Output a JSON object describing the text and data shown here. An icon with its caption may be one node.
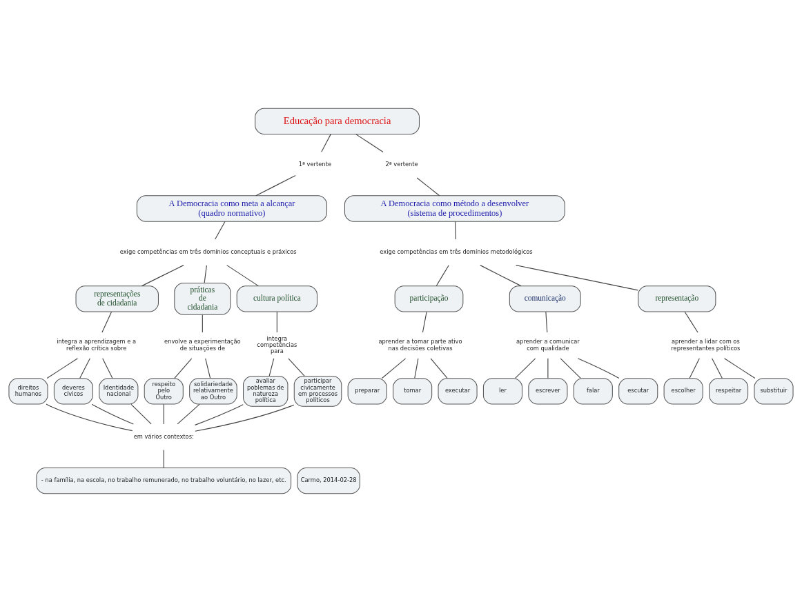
{
  "diagram": {
    "nodes": [
      {
        "text": [
          "Educação para democracia"
        ]
      },
      {
        "text": [
          "1ª vertente"
        ]
      },
      {
        "text": [
          "2ª vertente"
        ]
      },
      {
        "text": [
          "A Democracia como meta a alcançar (quadro normativo)"
        ]
      },
      {
        "text": [
          "A Democracia como método a desenvolver (sistema de procedimentos)"
        ]
      },
      {
        "text": [
          "exige competências em três domínios conceptuais e práxicos"
        ]
      },
      {
        "text": [
          "exige competências em três domínios metodológicos"
        ]
      },
      {
        "text": [
          "representações de cidadania"
        ]
      },
      {
        "text": [
          "práticas de cidadania"
        ]
      },
      {
        "text": [
          "cultura política"
        ]
      },
      {
        "text": [
          "participação"
        ]
      },
      {
        "text": [
          "comunicação"
        ]
      },
      {
        "text": [
          "representação"
        ]
      },
      {
        "text": [
          "integra a aprendizagem e a reflexão crítica sobre"
        ]
      },
      {
        "text": [
          "envolve a experimentação de situações de"
        ]
      },
      {
        "text": [
          "integra competências para"
        ]
      },
      {
        "text": [
          "aprender a tomar parte ativo nas decisões coletivas"
        ]
      },
      {
        "text": [
          "aprender a comunicar com qualidade"
        ]
      },
      {
        "text": [
          "aprender a lidar com os representantes políticos"
        ]
      },
      {
        "text": [
          "direitos humanos"
        ]
      },
      {
        "text": [
          "deveres cívicos"
        ]
      },
      {
        "text": [
          "Identidade nacional"
        ]
      },
      {
        "text": [
          "respeito pelo Outro"
        ]
      },
      {
        "text": [
          "solidariedade relativamente ao Outro"
        ]
      },
      {
        "text": [
          "avaliar poblemas de natureza política"
        ]
      },
      {
        "text": [
          "participar civicamente em processos políticos"
        ]
      },
      {
        "text": [
          "preparar"
        ]
      },
      {
        "text": [
          "tomar"
        ]
      },
      {
        "text": [
          "executar"
        ]
      },
      {
        "text": [
          "ler"
        ]
      },
      {
        "text": [
          "escrever"
        ]
      },
      {
        "text": [
          "falar"
        ]
      },
      {
        "text": [
          "escutar"
        ]
      },
      {
        "text": [
          "escolher"
        ]
      },
      {
        "text": [
          "respeitar"
        ]
      },
      {
        "text": [
          "substituir"
        ]
      },
      {
        "text": [
          "em vários contextos:"
        ]
      },
      {
        "text": [
          "- na família, na escola, no trabalho remunerado, no trabalho voluntário, no lazer, etc."
        ]
      },
      {
        "text": [
          "Carmo, 2014-02-28"
        ]
      }
    ],
    "edges": [
      {
        "from": 0,
        "to": 1,
        "arrow": "none"
      },
      {
        "from": 1,
        "to": 3,
        "arrow": "none"
      },
      {
        "from": 0,
        "to": 2,
        "arrow": "none"
      },
      {
        "from": 2,
        "to": 4,
        "arrow": "none"
      },
      {
        "from": 3,
        "to": 5,
        "arrow": "none"
      },
      {
        "from": 4,
        "to": 6,
        "arrow": "none"
      },
      {
        "from": 5,
        "to": 7,
        "arrow": "none"
      },
      {
        "from": 5,
        "to": 8,
        "arrow": "none"
      },
      {
        "from": 5,
        "to": 9,
        "arrow": "none"
      },
      {
        "from": 6,
        "to": 10,
        "arrow": "none"
      },
      {
        "from": 6,
        "to": 11,
        "arrow": "none"
      },
      {
        "from": 6,
        "to": 12,
        "arrow": "none"
      },
      {
        "from": 7,
        "to": 13,
        "arrow": "none"
      },
      {
        "from": 8,
        "to": 14,
        "arrow": "none"
      },
      {
        "from": 9,
        "to": 15,
        "arrow": "none"
      },
      {
        "from": 10,
        "to": 16,
        "arrow": "none"
      },
      {
        "from": 11,
        "to": 17,
        "arrow": "none"
      },
      {
        "from": 12,
        "to": 18,
        "arrow": "none"
      },
      {
        "from": 13,
        "to": 19,
        "arrow": "none"
      },
      {
        "from": 13,
        "to": 20,
        "arrow": "none"
      },
      {
        "from": 13,
        "to": 21,
        "arrow": "none"
      },
      {
        "from": 14,
        "to": 22,
        "arrow": "none"
      },
      {
        "from": 14,
        "to": 23,
        "arrow": "none"
      },
      {
        "from": 15,
        "to": 24,
        "arrow": "none"
      },
      {
        "from": 15,
        "to": 25,
        "arrow": "none"
      },
      {
        "from": 16,
        "to": 26,
        "arrow": "none"
      },
      {
        "from": 16,
        "to": 27,
        "arrow": "none"
      },
      {
        "from": 16,
        "to": 28,
        "arrow": "none"
      },
      {
        "from": 17,
        "to": 29,
        "arrow": "none"
      },
      {
        "from": 17,
        "to": 30,
        "arrow": "none"
      },
      {
        "from": 17,
        "to": 31,
        "arrow": "none"
      },
      {
        "from": 17,
        "to": 32,
        "arrow": "none"
      },
      {
        "from": 18,
        "to": 33,
        "arrow": "none"
      },
      {
        "from": 18,
        "to": 34,
        "arrow": "none"
      },
      {
        "from": 18,
        "to": 35,
        "arrow": "none"
      },
      {
        "from": 19,
        "to": 36,
        "arrow": "none"
      },
      {
        "from": 20,
        "to": 36,
        "arrow": "none"
      },
      {
        "from": 21,
        "to": 36,
        "arrow": "none"
      },
      {
        "from": 22,
        "to": 36,
        "arrow": "none"
      },
      {
        "from": 23,
        "to": 36,
        "arrow": "none"
      },
      {
        "from": 24,
        "to": 36,
        "arrow": "none"
      },
      {
        "from": 25,
        "to": 36,
        "arrow": "none"
      },
      {
        "from": 36,
        "to": 37,
        "arrow": "none"
      }
    ]
  }
}
